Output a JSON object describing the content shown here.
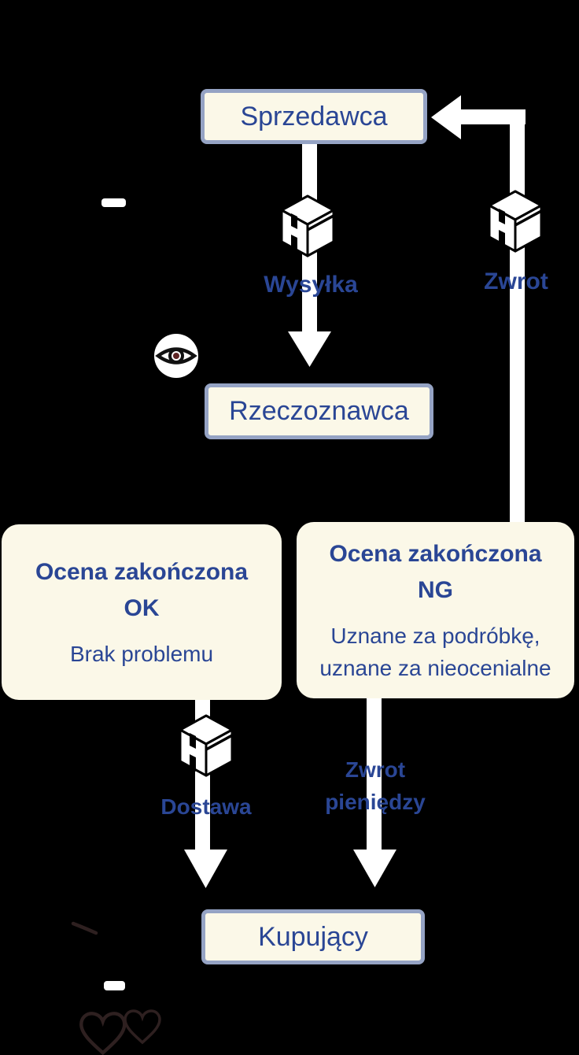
{
  "colors": {
    "bg": "#000000",
    "cream": "#FBF8E8",
    "boxBorder": "#95A3C4",
    "blue": "#2A4695",
    "white": "#FFFFFF",
    "pupil": "#5E2424",
    "darkStroke": "#2E2020"
  },
  "nodes": {
    "seller": {
      "label": "Sprzedawca"
    },
    "appraiser": {
      "label": "Rzeczoznawca"
    },
    "buyer": {
      "label": "Kupujący"
    }
  },
  "flows": {
    "shipping": {
      "label": "Wysyłka"
    },
    "return": {
      "label": "Zwrot"
    },
    "delivery": {
      "label": "Dostawa"
    },
    "refund": {
      "label": "Zwrot pieniędzy"
    }
  },
  "outcomes": {
    "ok": {
      "title_line1": "Ocena zakończona",
      "title_line2": "OK",
      "subtitle_line1": "Brak problemu",
      "subtitle_line2": ""
    },
    "ng": {
      "title_line1": "Ocena zakończona",
      "title_line2": "NG",
      "subtitle_line1": "Uznane za podróbkę,",
      "subtitle_line2": "uznane za nieocenialne"
    }
  }
}
